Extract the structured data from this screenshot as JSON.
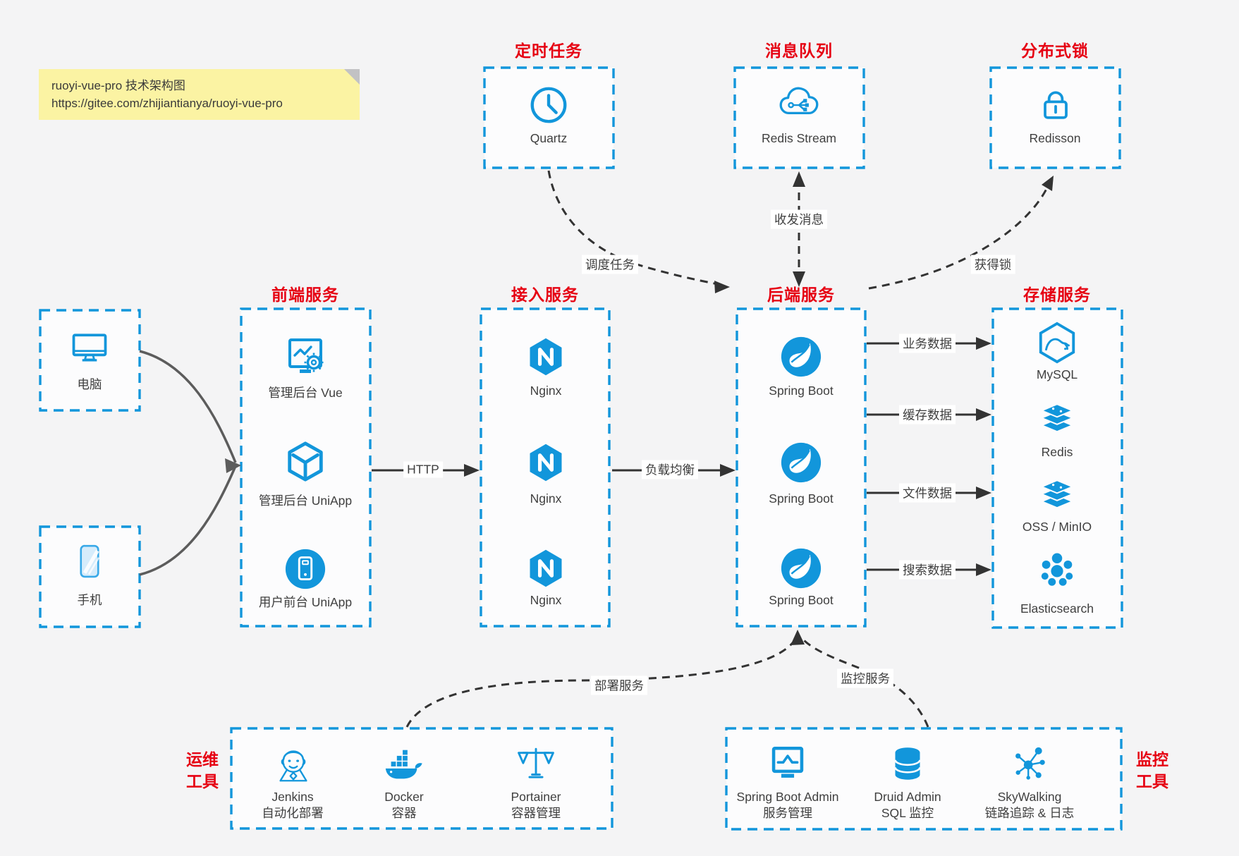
{
  "colors": {
    "accent_blue": "#1296db",
    "title_red": "#e60012",
    "text": "#3f3f3f",
    "note_bg": "#fbf3a3",
    "arrow_dark": "#333333",
    "client_curve_gray": "#5c5c5c"
  },
  "note": {
    "line1": "ruoyi-vue-pro 技术架构图",
    "line2": "https://gitee.com/zhijiantianya/ruoyi-vue-pro"
  },
  "top_groups": [
    {
      "title": "定时任务",
      "item": {
        "icon": "clock-icon",
        "label": "Quartz"
      }
    },
    {
      "title": "消息队列",
      "item": {
        "icon": "cloud-mq-icon",
        "label": "Redis Stream"
      }
    },
    {
      "title": "分布式锁",
      "item": {
        "icon": "lock-icon",
        "label": "Redisson"
      }
    }
  ],
  "clients": [
    {
      "icon": "computer-icon",
      "label": "电脑"
    },
    {
      "icon": "phone-icon",
      "label": "手机"
    }
  ],
  "columns": [
    {
      "title": "前端服务",
      "items": [
        {
          "icon": "admin-vue-icon",
          "label": "管理后台 Vue"
        },
        {
          "icon": "uniapp-cube-icon",
          "label": "管理后台 UniApp"
        },
        {
          "icon": "user-app-icon",
          "label": "用户前台 UniApp"
        }
      ]
    },
    {
      "title": "接入服务",
      "items": [
        {
          "icon": "nginx-icon",
          "label": "Nginx"
        },
        {
          "icon": "nginx-icon",
          "label": "Nginx"
        },
        {
          "icon": "nginx-icon",
          "label": "Nginx"
        }
      ]
    },
    {
      "title": "后端服务",
      "items": [
        {
          "icon": "spring-boot-icon",
          "label": "Spring Boot"
        },
        {
          "icon": "spring-boot-icon",
          "label": "Spring Boot"
        },
        {
          "icon": "spring-boot-icon",
          "label": "Spring Boot"
        }
      ]
    },
    {
      "title": "存储服务",
      "items": [
        {
          "icon": "mysql-icon",
          "label": "MySQL"
        },
        {
          "icon": "redis-stack-icon",
          "label": "Redis"
        },
        {
          "icon": "oss-stack-icon",
          "label": "OSS / MinIO"
        },
        {
          "icon": "elasticsearch-icon",
          "label": "Elasticsearch"
        }
      ]
    }
  ],
  "bottom_groups": [
    {
      "side_label": "运维工具",
      "items": [
        {
          "icon": "jenkins-icon",
          "label": "Jenkins",
          "sublabel": "自动化部署"
        },
        {
          "icon": "docker-icon",
          "label": "Docker",
          "sublabel": "容器"
        },
        {
          "icon": "portainer-icon",
          "label": "Portainer",
          "sublabel": "容器管理"
        }
      ]
    },
    {
      "side_label": "监控工具",
      "items": [
        {
          "icon": "spring-boot-admin-icon",
          "label": "Spring Boot Admin",
          "sublabel": "服务管理"
        },
        {
          "icon": "druid-db-icon",
          "label": "Druid Admin",
          "sublabel": "SQL 监控"
        },
        {
          "icon": "skywalking-icon",
          "label": "SkyWalking",
          "sublabel": "链路追踪 & 日志"
        }
      ]
    }
  ],
  "edge_labels": {
    "http": "HTTP",
    "load_balance": "负载均衡",
    "schedule": "调度任务",
    "messaging": "收发消息",
    "acquire_lock": "获得锁",
    "business_data": "业务数据",
    "cache_data": "缓存数据",
    "file_data": "文件数据",
    "search_data": "搜索数据",
    "deploy": "部署服务",
    "monitor": "监控服务"
  }
}
